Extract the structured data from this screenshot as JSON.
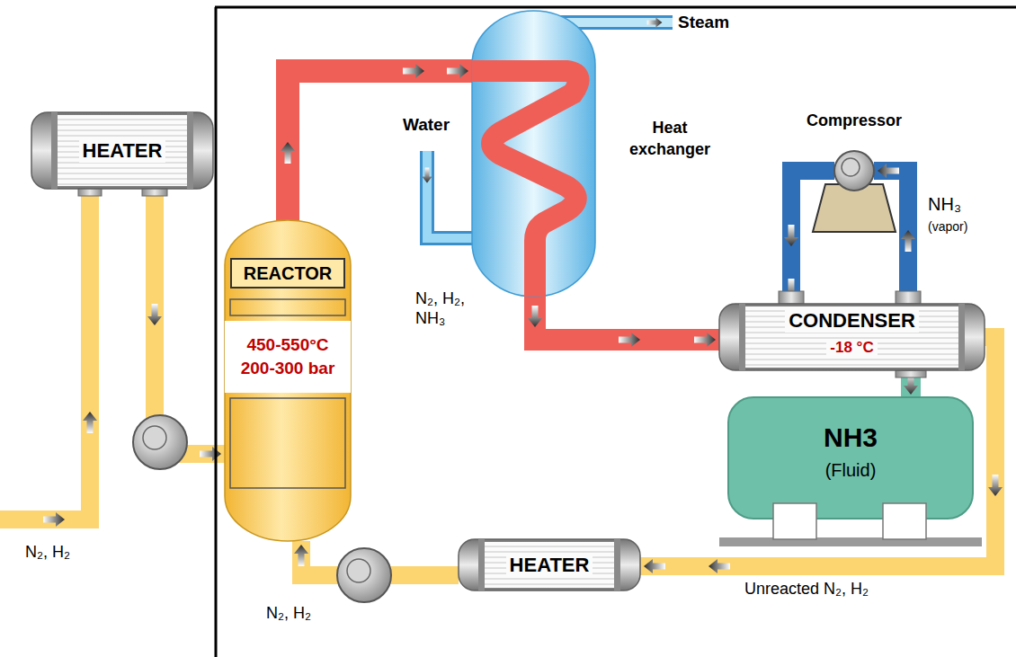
{
  "diagram": {
    "nodes": [
      {
        "text": [
          "HEATER"
        ]
      },
      {
        "text": [
          "REACTOR",
          "450-550°C",
          "200-300 bar"
        ]
      },
      {
        "text": [
          "Heat exchanger"
        ]
      },
      {
        "text": [
          "Compressor"
        ]
      },
      {
        "text": [
          "CONDENSER",
          "-18 °C"
        ]
      },
      {
        "text": [
          "NH3",
          "(Fluid)"
        ]
      },
      {
        "text": [
          "HEATER"
        ]
      }
    ],
    "edges": [
      {
        "from": 0,
        "to": 1,
        "arrow": "to"
      },
      {
        "from": 1,
        "to": 2,
        "arrow": "to"
      },
      {
        "from": 2,
        "to": 4,
        "arrow": "to"
      },
      {
        "from": 4,
        "to": 3,
        "arrow": "to"
      },
      {
        "from": 3,
        "to": 4,
        "arrow": "to"
      },
      {
        "from": 4,
        "to": 5,
        "arrow": "to"
      },
      {
        "from": 4,
        "to": 6,
        "arrow": "to"
      },
      {
        "from": 6,
        "to": 1,
        "arrow": "to"
      }
    ],
    "labels": [
      "N₂, H₂",
      "Steam",
      "Water",
      "N₂, H₂, NH₃",
      "NH₃",
      "(vapor)",
      "Unreacted N₂, H₂",
      "N₂, H₂"
    ]
  }
}
